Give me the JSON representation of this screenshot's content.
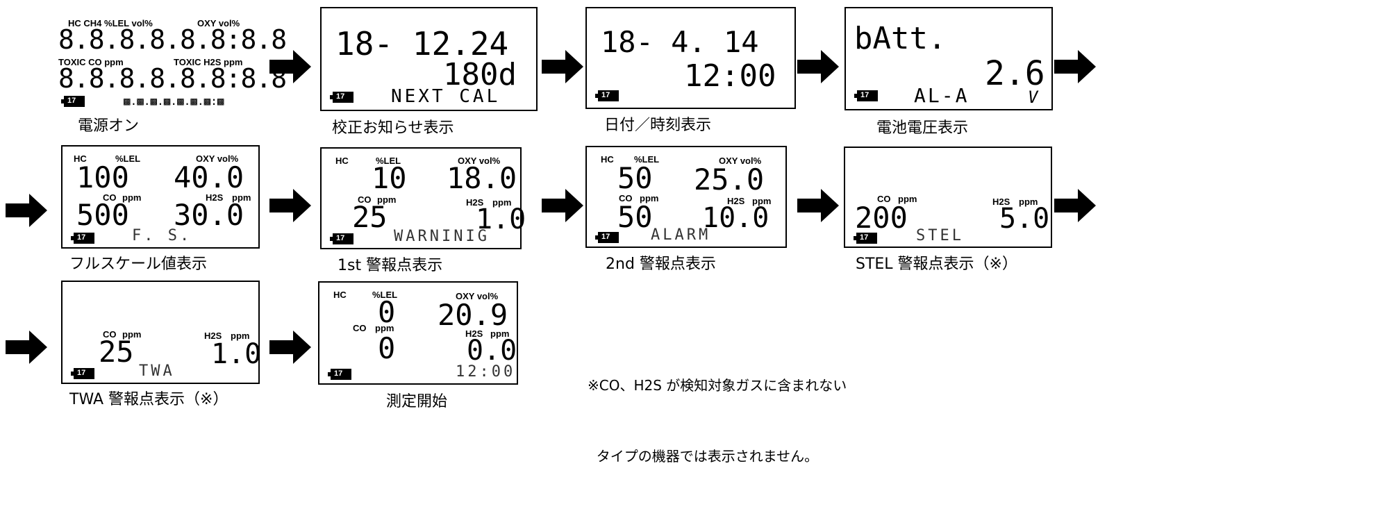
{
  "panels": {
    "p1": {
      "caption": "電源オン",
      "gas_header_top": "HC  CH4  %LEL  vol%",
      "oxy_top": "OXY vol%",
      "digits_top": "8.8.8.8.8.8:8.8",
      "gas_header_mid": "TOXIC  CO   ppm",
      "toxic2": "TOXIC  H2S  ppm",
      "digits_mid": "8.8.8.8.8.8:8.8",
      "segments_bottom": "▩.▩.▩.▩.▩.▩.▩:▩",
      "battery": "17"
    },
    "p2": {
      "caption": "校正お知らせ表示",
      "line1": "18-  12.24",
      "line2": "180d",
      "line3": "NEXT CAL",
      "battery": "17"
    },
    "p3": {
      "caption": "日付／時刻表示",
      "line1": "18-    4. 14",
      "line2": "12:00",
      "battery": "17"
    },
    "p4": {
      "caption": "電池電圧表示",
      "line1": "bAtt.",
      "line2": "2.6",
      "line3": "AL-A",
      "unit": "V",
      "battery": "17"
    },
    "p5": {
      "caption": "フルスケール値表示",
      "hc": "HC",
      "lel": "%LEL",
      "oxy": "OXY vol%",
      "v1": "100",
      "v2": "40.0",
      "co": "CO",
      "ppm": "ppm",
      "h2s": "H2S",
      "ppm2": "ppm",
      "v3": "500",
      "v4": "30.0",
      "mode": "F. S.",
      "battery": "17"
    },
    "p6": {
      "caption": "1st 警報点表示",
      "hc": "HC",
      "lel": "%LEL",
      "oxy": "OXY vol%",
      "v1": "10",
      "v2": "18.0",
      "co": "CO",
      "ppm": "ppm",
      "h2s": "H2S",
      "ppm2": "ppm",
      "v3": "25",
      "v4": "1.0",
      "mode": "WARNINIG",
      "battery": "17"
    },
    "p7": {
      "caption": "2nd 警報点表示",
      "hc": "HC",
      "lel": "%LEL",
      "oxy": "OXY vol%",
      "v1": "50",
      "v2": "25.0",
      "co": "CO",
      "ppm": "ppm",
      "h2s": "H2S",
      "ppm2": "ppm",
      "v3": "50",
      "v4": "10.0",
      "mode": "ALARM",
      "battery": "17"
    },
    "p8": {
      "caption": "STEL 警報点表示（※）",
      "co": "CO",
      "ppm": "ppm",
      "h2s": "H2S",
      "ppm2": "ppm",
      "v3": "200",
      "v4": "5.0",
      "mode": "STEL",
      "battery": "17"
    },
    "p9": {
      "caption": "TWA 警報点表示（※）",
      "co": "CO",
      "ppm": "ppm",
      "h2s": "H2S",
      "ppm2": "ppm",
      "v3": "25",
      "v4": "1.0",
      "mode": "TWA",
      "battery": "17"
    },
    "p10": {
      "caption": "測定開始",
      "hc": "HC",
      "lel": "%LEL",
      "oxy": "OXY vol%",
      "v1": "0",
      "v2": "20.9",
      "co": "CO",
      "ppm": "ppm",
      "h2s": "H2S",
      "ppm2": "ppm",
      "v3": "0",
      "v4": "0.0",
      "time": "12:00",
      "battery": "17"
    }
  },
  "note": {
    "line1": "※CO、H2S が検知対象ガスに含まれない",
    "line2": "  タイプの機器では表示されません。"
  }
}
